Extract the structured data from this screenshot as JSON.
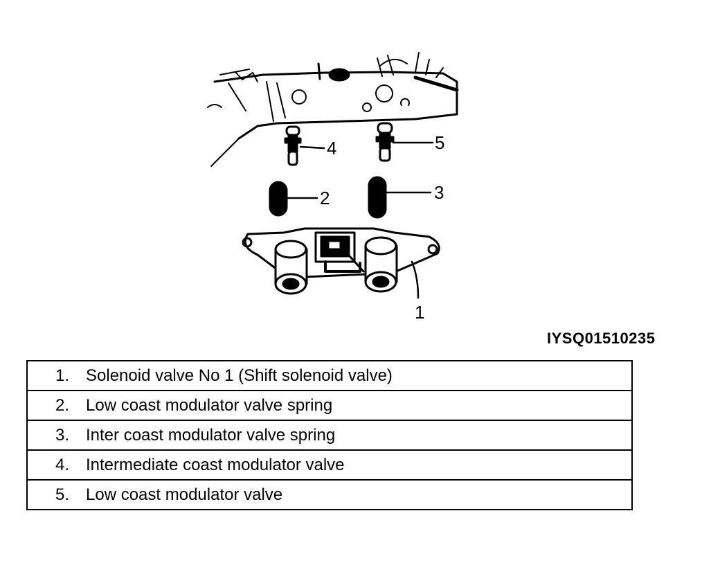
{
  "callouts": [
    "1",
    "2",
    "3",
    "4",
    "5"
  ],
  "figure_id": "IYSQ01510235",
  "legend": [
    {
      "num": "1.",
      "text": "Solenoid valve No  1 (Shift solenoid valve)"
    },
    {
      "num": "2.",
      "text": "Low coast modulator valve spring"
    },
    {
      "num": "3.",
      "text": "Inter coast modulator valve spring"
    },
    {
      "num": "4.",
      "text": "Intermediate coast modulator valve"
    },
    {
      "num": "5.",
      "text": "Low coast modulator valve"
    }
  ]
}
